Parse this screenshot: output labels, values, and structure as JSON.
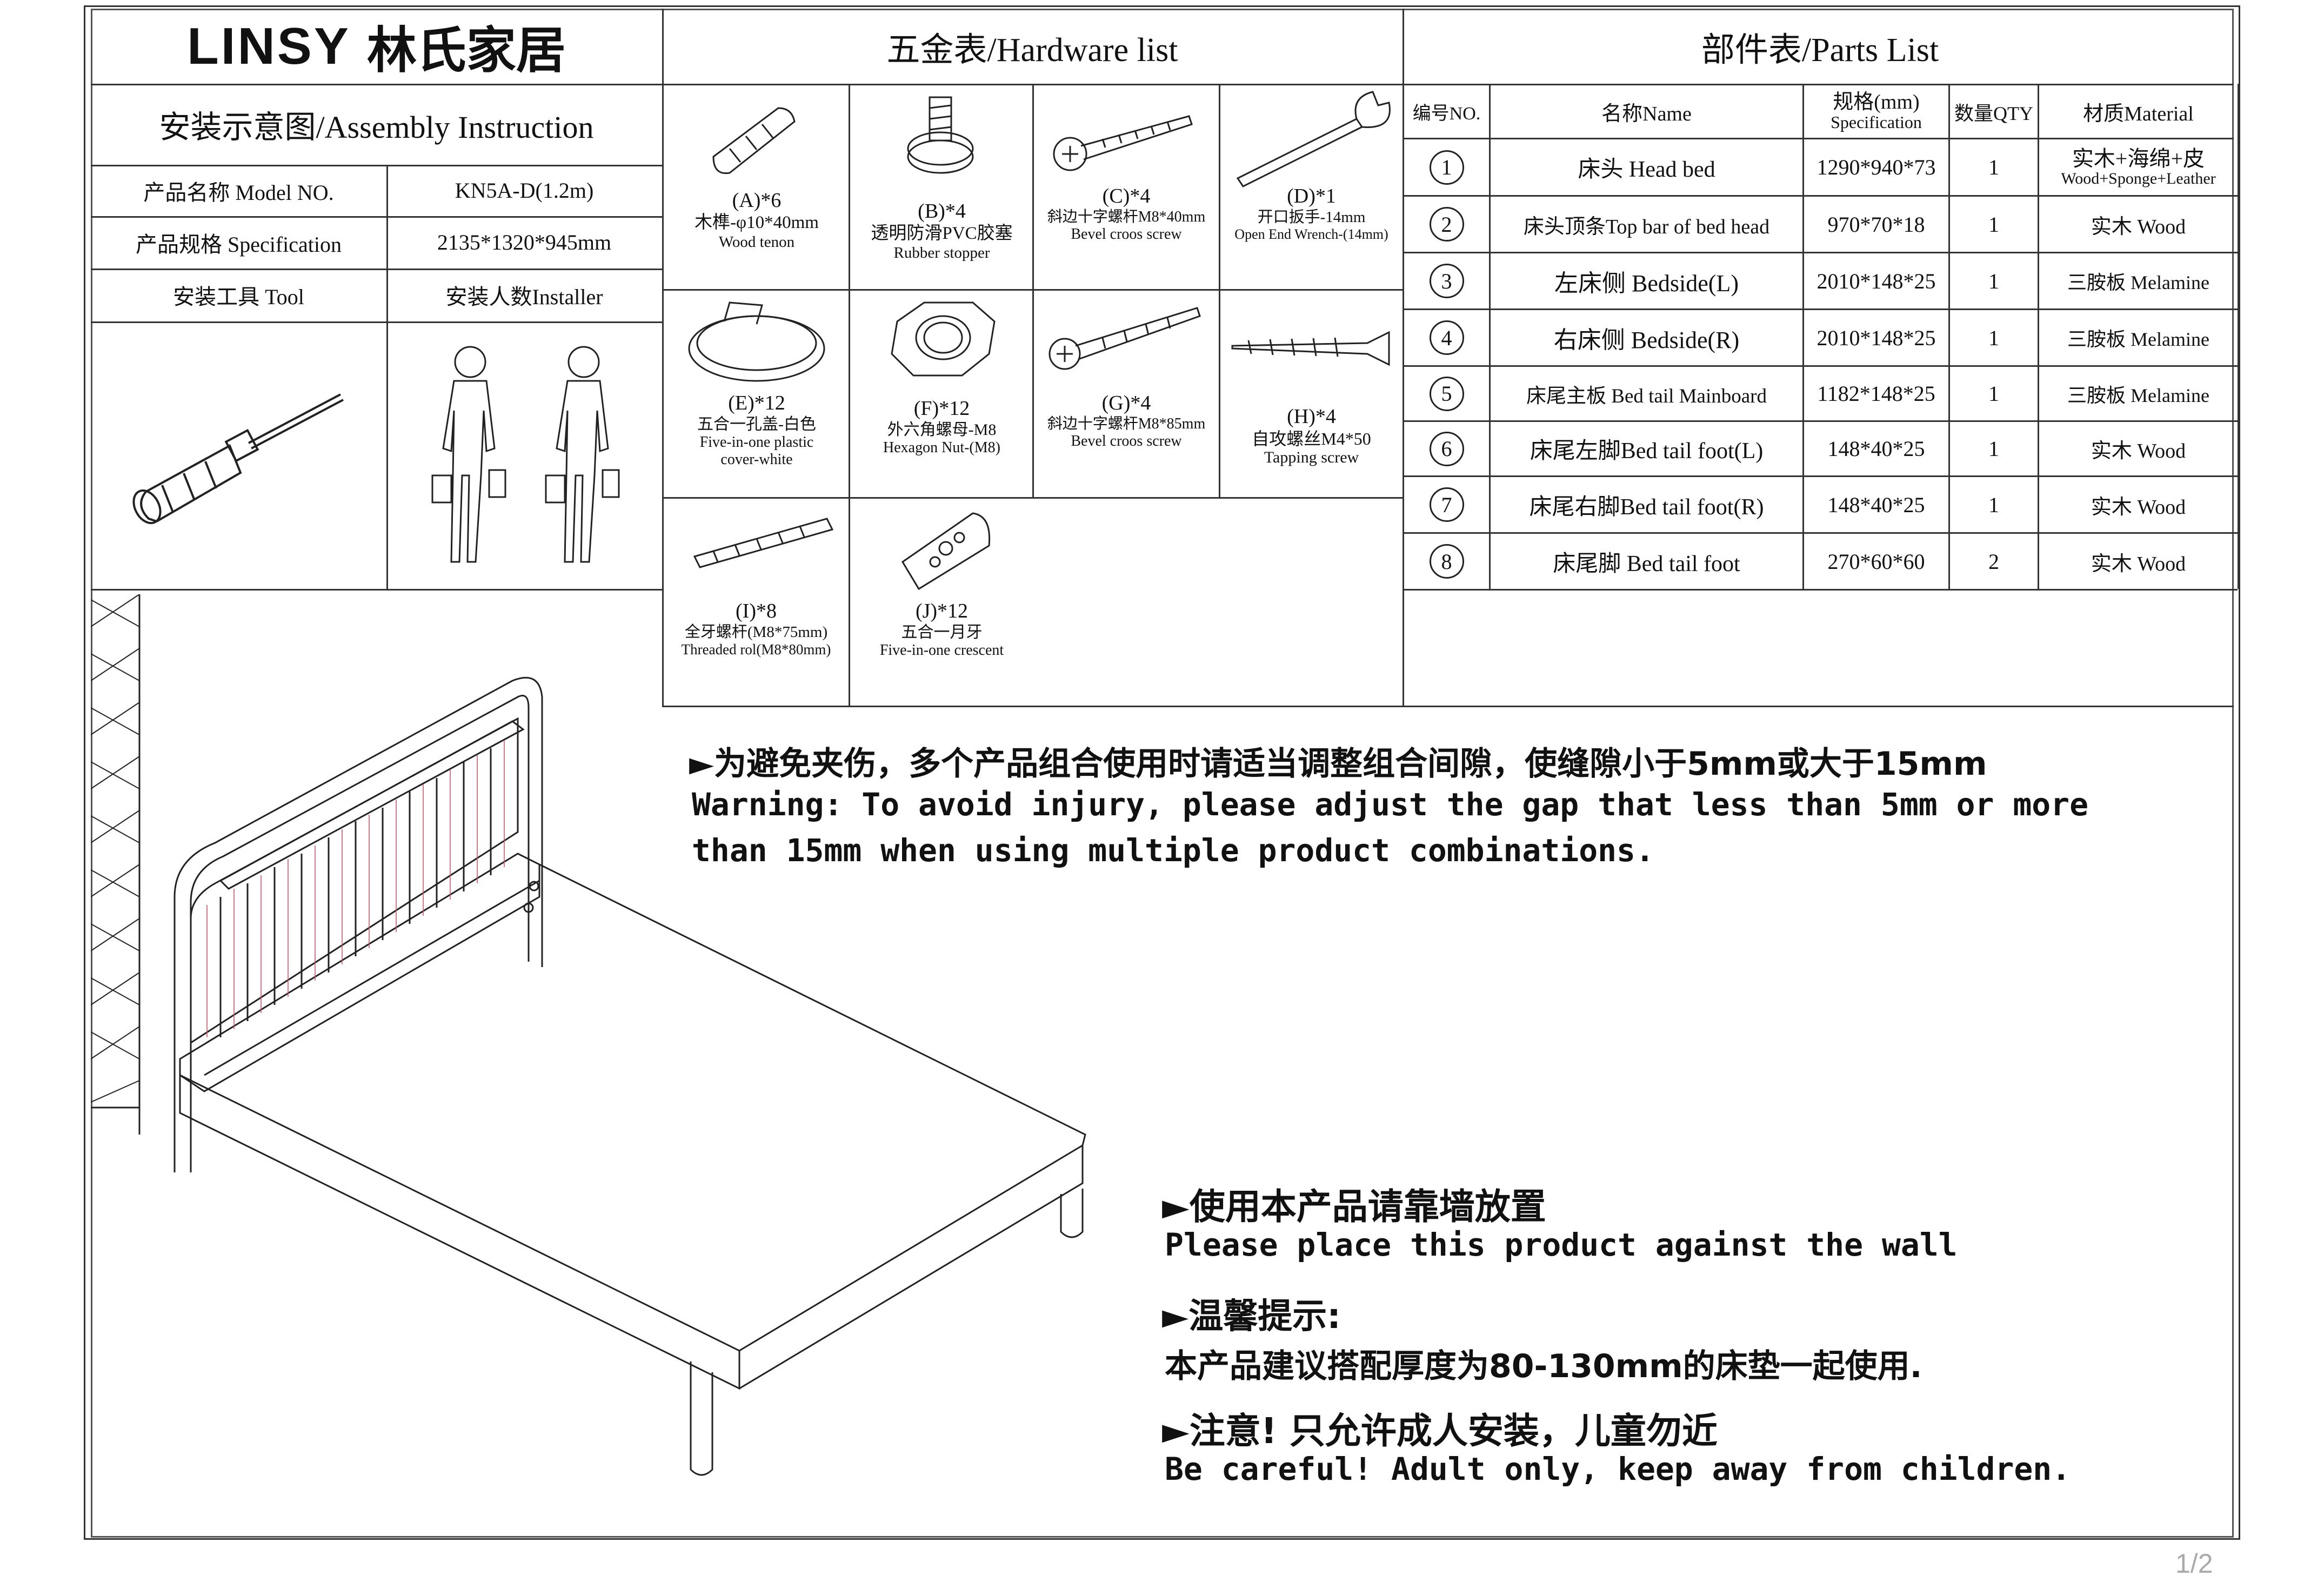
{
  "brand": {
    "logo_latin": "LINSY",
    "logo_cn": "林氏家居"
  },
  "header": {
    "assembly": "安装示意图/Assembly Instruction",
    "hardware_title": "五金表/Hardware list",
    "parts_title": "部件表/Parts List"
  },
  "info": {
    "model_label": "产品名称 Model NO.",
    "model_value": "KN5A-D(1.2m)",
    "spec_label": "产品规格 Specification",
    "spec_value": "2135*1320*945mm",
    "tool_label": "安装工具 Tool",
    "installer_label": "安装人数Installer"
  },
  "hardware": [
    {
      "code": "(A)*6",
      "cn": "木榫-φ10*40mm",
      "en": "Wood tenon"
    },
    {
      "code": "(B)*4",
      "cn": "透明防滑PVC胶塞",
      "en": "Rubber stopper"
    },
    {
      "code": "(C)*4",
      "cn": "斜边十字螺杆M8*40mm",
      "en": "Bevel croos screw"
    },
    {
      "code": "(D)*1",
      "cn": "开口扳手-14mm",
      "en": "Open End Wrench-(14mm)"
    },
    {
      "code": "(E)*12",
      "cn": "五合一孔盖-白色",
      "en": "Five-in-one plastic cover-white"
    },
    {
      "code": "(F)*12",
      "cn": "外六角螺母-M8",
      "en": "Hexagon Nut-(M8)"
    },
    {
      "code": "(G)*4",
      "cn": "斜边十字螺杆M8*85mm",
      "en": "Bevel croos screw"
    },
    {
      "code": "(H)*4",
      "cn": "自攻螺丝M4*50",
      "en": "Tapping screw"
    },
    {
      "code": "(I)*8",
      "cn": "全牙螺杆(M8*75mm)",
      "en": "Threaded rol(M8*80mm)"
    },
    {
      "code": "(J)*12",
      "cn": "五合一月牙",
      "en": "Five-in-one crescent"
    }
  ],
  "parts": {
    "headers": {
      "no": "编号NO.",
      "name": "名称Name",
      "spec_cn": "规格(mm)",
      "spec_en": "Specification",
      "qty": "数量QTY",
      "material": "材质Material"
    },
    "rows": [
      {
        "no": "1",
        "name": "床头 Head bed",
        "spec": "1290*940*73",
        "qty": "1",
        "material": "实木+海绵+皮",
        "material2": "Wood+Sponge+Leather"
      },
      {
        "no": "2",
        "name": "床头顶条Top bar of bed head",
        "spec": "970*70*18",
        "qty": "1",
        "material": "实木 Wood",
        "material2": ""
      },
      {
        "no": "3",
        "name": "左床侧 Bedside(L)",
        "spec": "2010*148*25",
        "qty": "1",
        "material": "三胺板 Melamine",
        "material2": ""
      },
      {
        "no": "4",
        "name": "右床侧 Bedside(R)",
        "spec": "2010*148*25",
        "qty": "1",
        "material": "三胺板 Melamine",
        "material2": ""
      },
      {
        "no": "5",
        "name": "床尾主板 Bed tail Mainboard",
        "spec": "1182*148*25",
        "qty": "1",
        "material": "三胺板 Melamine",
        "material2": ""
      },
      {
        "no": "6",
        "name": "床尾左脚Bed tail foot(L)",
        "spec": "148*40*25",
        "qty": "1",
        "material": "实木 Wood",
        "material2": ""
      },
      {
        "no": "7",
        "name": "床尾右脚Bed tail foot(R)",
        "spec": "148*40*25",
        "qty": "1",
        "material": "实木 Wood",
        "material2": ""
      },
      {
        "no": "8",
        "name": "床尾脚 Bed tail foot",
        "spec": "270*60*60",
        "qty": "2",
        "material": "实木 Wood",
        "material2": ""
      }
    ]
  },
  "notes": {
    "warn_cn": "►为避免夹伤，多个产品组合使用时请适当调整组合间隙，使缝隙小于5mm或大于15mm",
    "warn_en1": "Warning: To avoid injury, please  adjust the  gap that less than 5mm or more",
    "warn_en2": "than 15mm when using multiple product combinations.",
    "wall_cn": "►使用本产品请靠墙放置",
    "wall_en": "Please place this product against the wall",
    "tip_title": "►温馨提示:",
    "tip_cn": "本产品建议搭配厚度为80-130mm的床垫一起使用.",
    "careful_cn": "►注意! 只允许成人安装，儿童勿近",
    "careful_en": "Be careful! Adult only, keep away from children."
  },
  "page": {
    "number": "1/2"
  }
}
